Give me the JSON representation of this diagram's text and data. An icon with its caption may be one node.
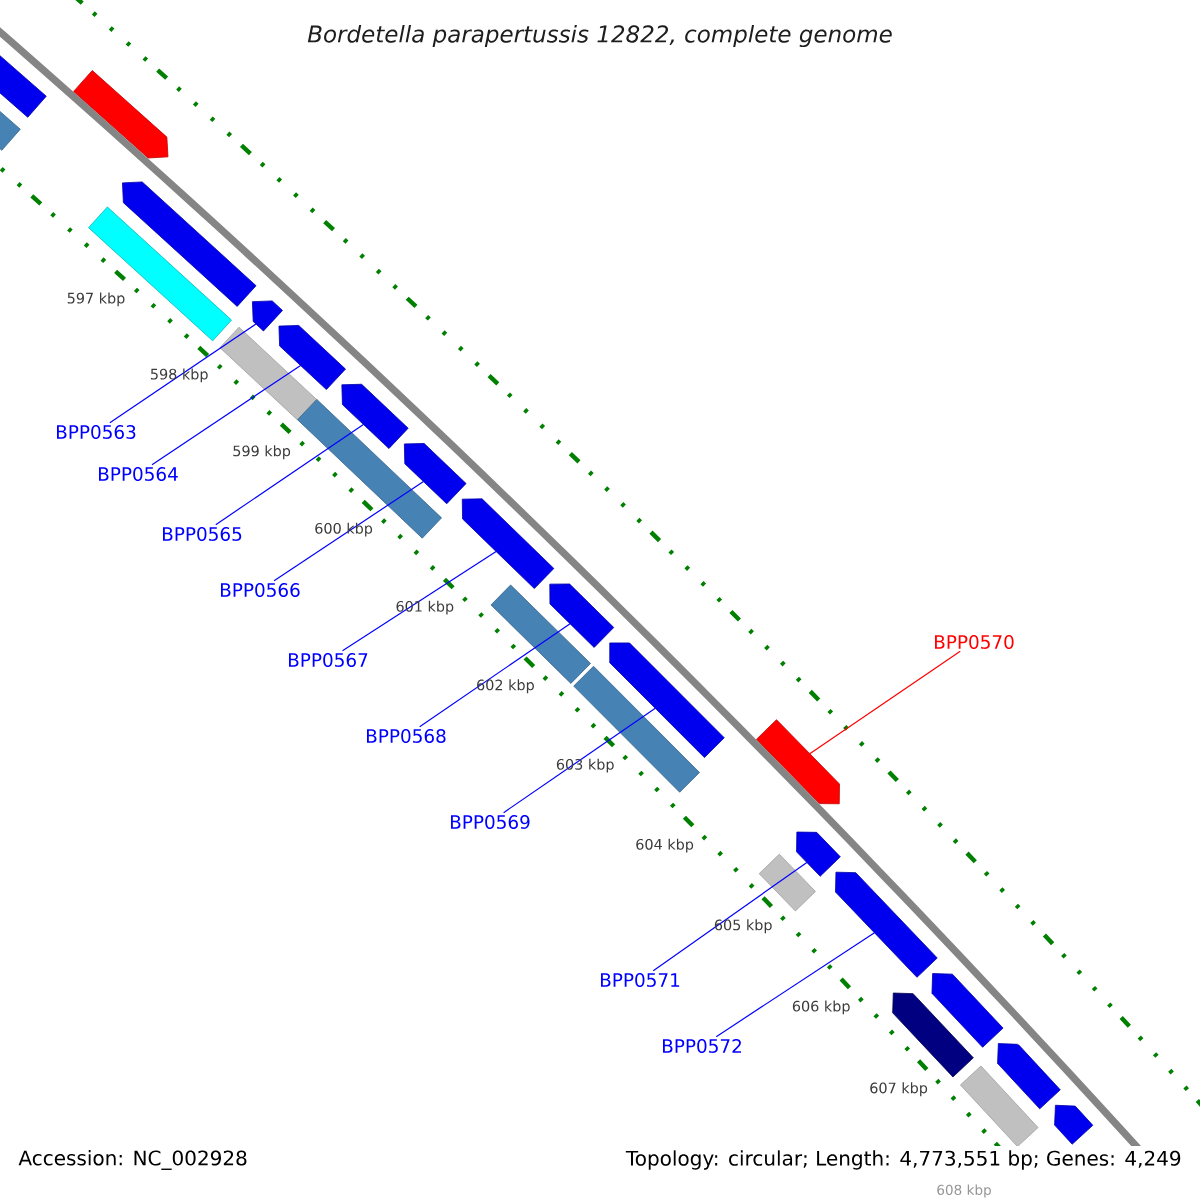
{
  "diagram": {
    "title": "Bordetella parapertussis 12822, complete genome",
    "nodes": [
      {
        "text": [
          "BPP0563"
        ]
      },
      {
        "text": [
          "BPP0564"
        ]
      },
      {
        "text": [
          "BPP0565"
        ]
      },
      {
        "text": [
          "BPP0566"
        ]
      },
      {
        "text": [
          "BPP0567"
        ]
      },
      {
        "text": [
          "BPP0568"
        ]
      },
      {
        "text": [
          "BPP0569"
        ]
      },
      {
        "text": [
          "BPP0570"
        ]
      },
      {
        "text": [
          "BPP0571"
        ]
      },
      {
        "text": [
          "BPP0572"
        ]
      },
      {
        "text": [],
        "shape": "bar"
      },
      {
        "text": [],
        "shape": "bar"
      },
      {
        "text": [],
        "shape": "bar"
      },
      {
        "text": [],
        "shape": "bar"
      },
      {
        "text": [],
        "shape": "bar"
      },
      {
        "text": [],
        "shape": "bar"
      },
      {
        "text": [],
        "shape": "bar"
      },
      {
        "text": [],
        "shape": "bar"
      },
      {
        "text": [],
        "shape": "bar"
      },
      {
        "text": [],
        "shape": "bar"
      },
      {
        "text": [],
        "shape": "bar"
      },
      {
        "text": [],
        "shape": "bar"
      },
      {
        "text": [],
        "shape": "bar"
      },
      {
        "text": [],
        "shape": "bar"
      },
      {
        "text": [],
        "shape": "bar"
      },
      {
        "text": [],
        "shape": "bar"
      },
      {
        "text": [],
        "shape": "bar"
      },
      {
        "text": [],
        "shape": "bar"
      },
      {
        "text": [],
        "shape": "bar"
      },
      {
        "text": [],
        "shape": "bar"
      },
      {
        "text": [],
        "shape": "bar"
      },
      {
        "text": [],
        "shape": "bar"
      },
      {
        "text": [],
        "shape": "bar"
      },
      {
        "text": [],
        "shape": "bar"
      },
      {
        "text": [],
        "shape": "bar"
      }
    ],
    "edges": [
      {
        "from": 0,
        "to": 15,
        "arrow": "none"
      },
      {
        "from": 1,
        "to": 17,
        "arrow": "none"
      },
      {
        "from": 2,
        "to": 18,
        "arrow": "none"
      },
      {
        "from": 3,
        "to": 20,
        "arrow": "none"
      },
      {
        "from": 4,
        "to": 21,
        "arrow": "none"
      },
      {
        "from": 5,
        "to": 23,
        "arrow": "none"
      },
      {
        "from": 6,
        "to": 24,
        "arrow": "none"
      },
      {
        "from": 7,
        "to": 26,
        "arrow": "none",
        "color": "#ff0000"
      },
      {
        "from": 8,
        "to": 27,
        "arrow": "none"
      },
      {
        "from": 9,
        "to": 29,
        "arrow": "none"
      }
    ],
    "labels": [
      "597 kbp",
      "598 kbp",
      "599 kbp",
      "600 kbp",
      "601 kbp",
      "602 kbp",
      "603 kbp",
      "604 kbp",
      "605 kbp",
      "606 kbp",
      "607 kbp",
      "608 kbp",
      "Accession: NC_002928",
      "Topology: circular; Length: 4,773,551 bp; Genes: 4,249"
    ]
  }
}
